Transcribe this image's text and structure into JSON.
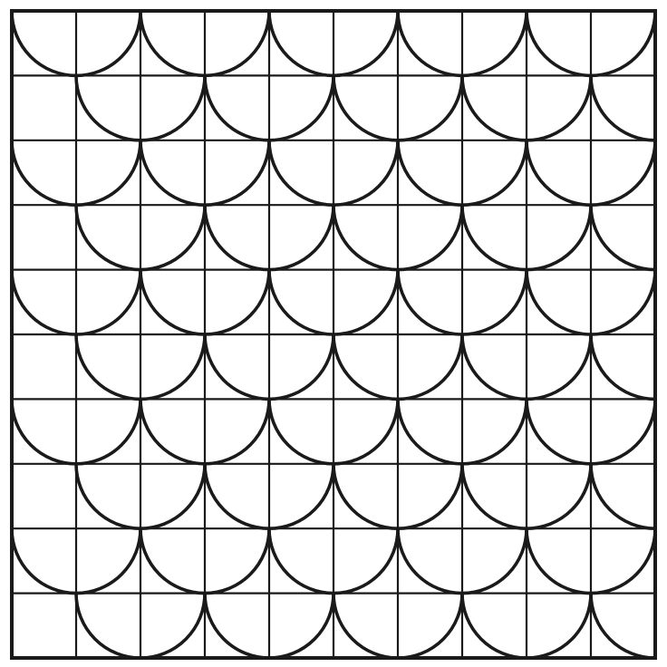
{
  "figure": {
    "grid": {
      "columns": 10,
      "rows": 10
    },
    "pattern": {
      "motif": "semicircle-arc",
      "cells_per_arc_width": 2,
      "arc_direction": "downward",
      "row_stagger_cells": 1,
      "arcs": [
        {
          "row": 0,
          "col": 0
        },
        {
          "row": 0,
          "col": 2
        },
        {
          "row": 0,
          "col": 4
        },
        {
          "row": 0,
          "col": 6
        },
        {
          "row": 0,
          "col": 8
        },
        {
          "row": 1,
          "col": 1
        },
        {
          "row": 1,
          "col": 3
        },
        {
          "row": 1,
          "col": 5
        },
        {
          "row": 1,
          "col": 7
        },
        {
          "row": 1,
          "col": 9
        },
        {
          "row": 2,
          "col": 0
        },
        {
          "row": 2,
          "col": 2
        },
        {
          "row": 2,
          "col": 4
        },
        {
          "row": 2,
          "col": 6
        },
        {
          "row": 2,
          "col": 8
        },
        {
          "row": 3,
          "col": 1
        },
        {
          "row": 3,
          "col": 3
        },
        {
          "row": 3,
          "col": 5
        },
        {
          "row": 3,
          "col": 7
        },
        {
          "row": 3,
          "col": 9
        },
        {
          "row": 4,
          "col": 0
        },
        {
          "row": 4,
          "col": 2
        },
        {
          "row": 4,
          "col": 4
        },
        {
          "row": 4,
          "col": 6
        },
        {
          "row": 4,
          "col": 8
        },
        {
          "row": 5,
          "col": 1
        },
        {
          "row": 5,
          "col": 3
        },
        {
          "row": 5,
          "col": 5
        },
        {
          "row": 5,
          "col": 7
        },
        {
          "row": 5,
          "col": 9
        },
        {
          "row": 6,
          "col": 0
        },
        {
          "row": 6,
          "col": 2
        },
        {
          "row": 6,
          "col": 4
        },
        {
          "row": 6,
          "col": 6
        },
        {
          "row": 6,
          "col": 8
        },
        {
          "row": 7,
          "col": 1
        },
        {
          "row": 7,
          "col": 3
        },
        {
          "row": 7,
          "col": 5
        },
        {
          "row": 7,
          "col": 7
        },
        {
          "row": 7,
          "col": 9
        },
        {
          "row": 8,
          "col": 0
        },
        {
          "row": 8,
          "col": 2
        },
        {
          "row": 8,
          "col": 4
        },
        {
          "row": 8,
          "col": 6
        },
        {
          "row": 8,
          "col": 8
        },
        {
          "row": 9,
          "col": 1
        },
        {
          "row": 9,
          "col": 3
        },
        {
          "row": 9,
          "col": 5
        },
        {
          "row": 9,
          "col": 7
        },
        {
          "row": 9,
          "col": 9
        }
      ]
    },
    "colors": {
      "background": "#ffffff",
      "ink": "#1a1a1a"
    }
  }
}
